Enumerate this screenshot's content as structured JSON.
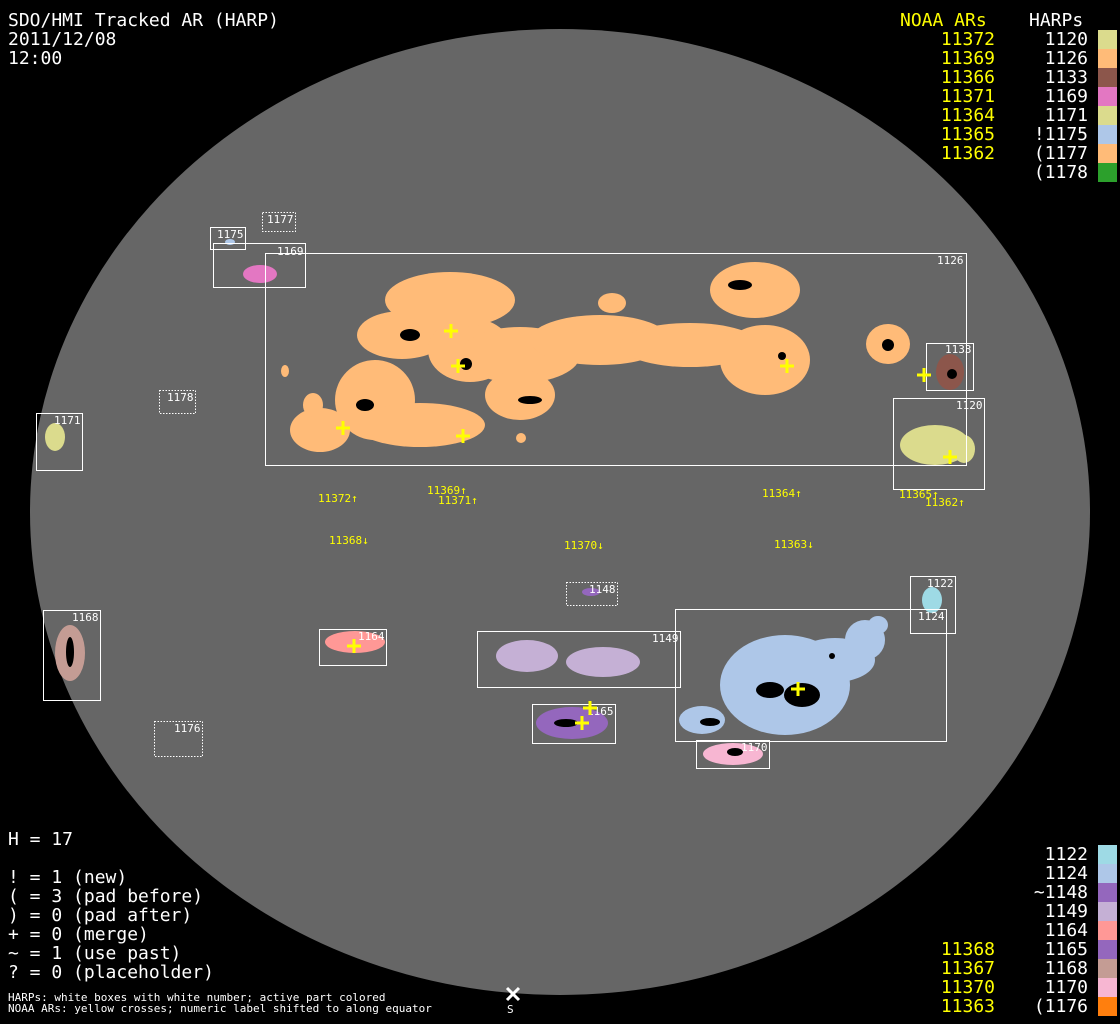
{
  "header": {
    "title": "SDO/HMI Tracked AR (HARP)",
    "date": "2011/12/08",
    "time": "12:00"
  },
  "legend_top": {
    "noaa_heading": "NOAA ARs",
    "harp_heading": "HARPs",
    "rows": [
      {
        "noaa": "11372",
        "harp": "1120",
        "color": "#dbdb8d"
      },
      {
        "noaa": "11369",
        "harp": "1126",
        "color": "#ffbb78"
      },
      {
        "noaa": "11366",
        "harp": "1133",
        "color": "#8c564b"
      },
      {
        "noaa": "11371",
        "harp": "1169",
        "color": "#e377c2"
      },
      {
        "noaa": "11364",
        "harp": "1171",
        "color": "#dbdb8d"
      },
      {
        "noaa": "11365",
        "harp": "!1175",
        "color": "#aec7e8"
      },
      {
        "noaa": "11362",
        "harp": "(1177",
        "color": "#ffbb78"
      },
      {
        "noaa": "",
        "harp": "(1178",
        "color": "#2ca02c"
      }
    ]
  },
  "legend_bottom": {
    "rows": [
      {
        "noaa": "",
        "harp": "1122",
        "color": "#9edae5"
      },
      {
        "noaa": "",
        "harp": "1124",
        "color": "#aec7e8"
      },
      {
        "noaa": "",
        "harp": "~1148",
        "color": "#9467bd"
      },
      {
        "noaa": "",
        "harp": "1149",
        "color": "#c5b0d5"
      },
      {
        "noaa": "",
        "harp": "1164",
        "color": "#ff9896"
      },
      {
        "noaa": "11368",
        "harp": "1165",
        "color": "#9467bd"
      },
      {
        "noaa": "11367",
        "harp": "1168",
        "color": "#c49c94"
      },
      {
        "noaa": "11370",
        "harp": "1170",
        "color": "#f7b6d2"
      },
      {
        "noaa": "11363",
        "harp": "(1176",
        "color": "#ff7f0e"
      }
    ]
  },
  "stats": {
    "h_count": "H = 17",
    "lines": [
      "! = 1 (new)",
      "( = 3 (pad before)",
      ") = 0 (pad after)",
      "+ = 0 (merge)",
      "~ = 1 (use past)",
      "? = 0 (placeholder)"
    ]
  },
  "footer": {
    "line1": "HARPs: white boxes with white number; active part colored",
    "line2": "NOAA ARs: yellow crosses; numeric label shifted to along equator",
    "south_marker": "S"
  },
  "harp_boxes": {
    "b1175": "1175",
    "b1177": "1177",
    "b1169": "1169",
    "b1126": "1126",
    "b1178": "1178",
    "b1171": "1171",
    "b1133": "1133",
    "b1120": "1120",
    "b1148": "1148",
    "b1122": "1122",
    "b1124": "1124",
    "b1149": "1149",
    "b1164": "1164",
    "b1168": "1168",
    "b1165": "1165",
    "b1170": "1170",
    "b1176": "1176"
  },
  "noaa_labels": {
    "a11372": "11372↑",
    "a11369": "11369↑",
    "a11371": "11371↑",
    "a11368": "11368↓",
    "a11370": "11370↓",
    "a11364": "11364↑",
    "a11363": "11363↓",
    "a11365": "11365↑",
    "a11362": "11362↑"
  },
  "colors": {
    "disk": "#666666",
    "noaa": "#ffff00",
    "box": "#ffffff"
  }
}
